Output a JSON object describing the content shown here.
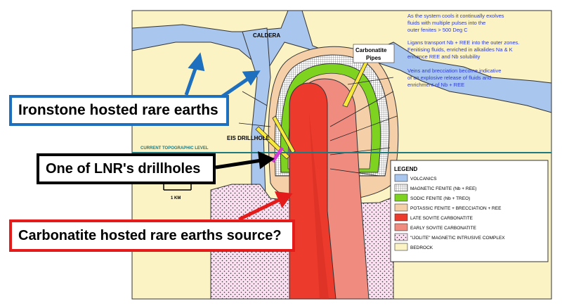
{
  "diagram": {
    "labels": {
      "caldera": "CALDERA",
      "carbonatite_pipes_line1": "Carbonatite",
      "carbonatite_pipes_line2": "Pipes",
      "eis_drillhole": "EIS DRILLHOLE",
      "current_topographic_level": "CURRENT TOPOGRAPHIC LEVEL",
      "scale": "1 KM"
    },
    "notes": [
      [
        "As the system cools it continually exolves",
        "fluids with multiple pulses into the",
        "outer fenites > 500 Deg C"
      ],
      [
        "Ligans transport Nb + REE  into the outer zones.",
        "Fenitising fluids, enriched in alkalides Na & K",
        "enhance REE and Nb solubility"
      ],
      [
        "Veins and brecciation become indicative",
        "of an explosive release of fluids and",
        "enrichment of Nb + REE"
      ]
    ],
    "legend": {
      "title": "LEGEND",
      "items": [
        {
          "label": "VOLCANICS",
          "color": "#a9c6ef"
        },
        {
          "label": "MAGNETIC FENITE (Nb + REE)",
          "color": "#d8d8d8"
        },
        {
          "label": "SODIC FENITE (Nb + TREO)",
          "color": "#7ed321"
        },
        {
          "label": "POTASSIC FENITE + BRECCIATION + REE",
          "color": "#f5cfa8"
        },
        {
          "label": "LATE SOVITE CARBONATITE",
          "color": "#ec3a2c"
        },
        {
          "label": "EARLY SOVITE CARBONATITE",
          "color": "#f08b80"
        },
        {
          "label": "\"IJOLITE\" MAGNETIC INTRUSIVE COMPLEX",
          "color": "#fbe0f2"
        },
        {
          "label": "BEDROCK",
          "color": "#fbf3c4"
        }
      ]
    }
  },
  "callouts": {
    "ironstone": "Ironstone hosted rare earths",
    "drillholes": "One of LNR's drillholes",
    "carbonatite": "Carbonatite hosted rare earths source?"
  }
}
